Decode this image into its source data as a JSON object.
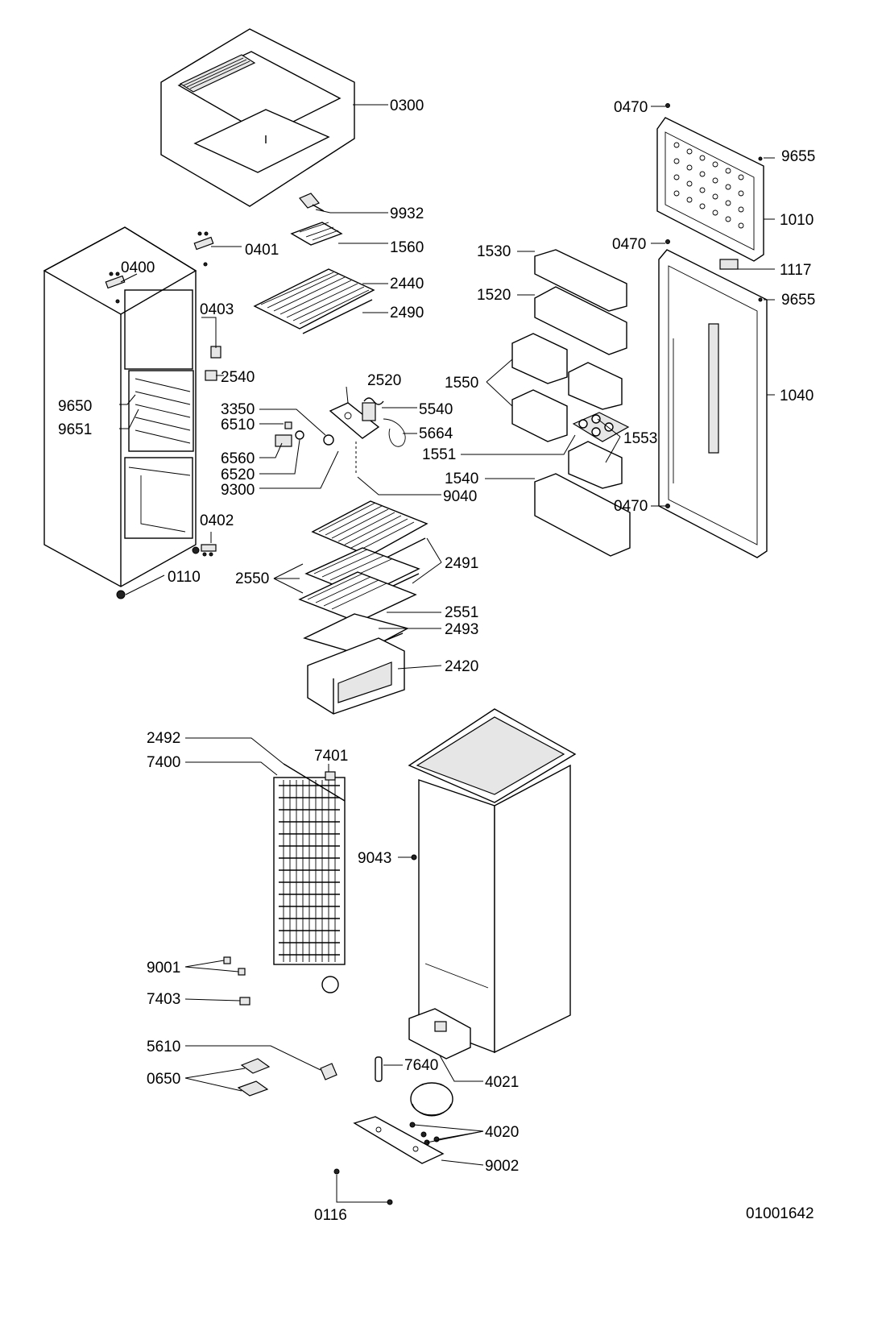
{
  "diagram_id": "01001642",
  "parts": {
    "p0300": "0300",
    "p9932": "9932",
    "p1560": "1560",
    "p0401": "0401",
    "p0400": "0400",
    "p2440": "2440",
    "p2490": "2490",
    "p0403": "0403",
    "p2540": "2540",
    "p2520": "2520",
    "p5540": "5540",
    "p5664": "5664",
    "p3350": "3350",
    "p6510": "6510",
    "p6560": "6560",
    "p6520": "6520",
    "p9300": "9300",
    "p9040": "9040",
    "p9650": "9650",
    "p9651": "9651",
    "p0402": "0402",
    "p0110": "0110",
    "p2550": "2550",
    "p2491": "2491",
    "p2551": "2551",
    "p2493": "2493",
    "p2420": "2420",
    "p1530": "1530",
    "p1520": "1520",
    "p1550": "1550",
    "p1551": "1551",
    "p1553": "1553",
    "p1540": "1540",
    "p0470a": "0470",
    "p0470b": "0470",
    "p0470c": "0470",
    "p9655a": "9655",
    "p9655b": "9655",
    "p1010": "1010",
    "p1117": "1117",
    "p1040": "1040",
    "p2492": "2492",
    "p7400": "7400",
    "p7401": "7401",
    "p9043": "9043",
    "p9001": "9001",
    "p7403": "7403",
    "p5610": "5610",
    "p0650": "0650",
    "p7640": "7640",
    "p4021": "4021",
    "p4020": "4020",
    "p9002": "9002",
    "p0116": "0116"
  }
}
